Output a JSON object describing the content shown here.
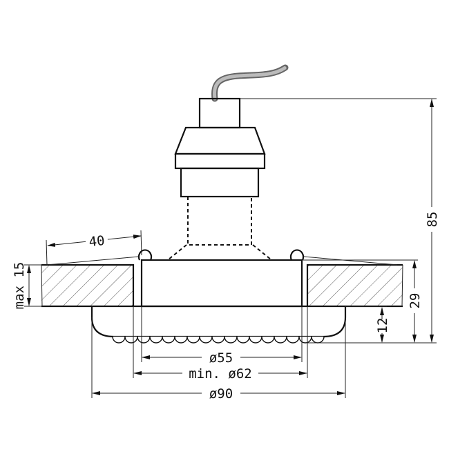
{
  "drawing": {
    "dimensions": {
      "cutout_offset": "40",
      "max_ceiling_thickness": "max 15",
      "inner_diameter": "ø55",
      "cutout_diameter": "min. ø62",
      "outer_diameter": "ø90",
      "total_height": "85",
      "fixture_height": "29",
      "visible_height": "12"
    },
    "colors": {
      "line": "#111111",
      "hatch": "#555555",
      "cable": "#888888"
    }
  }
}
